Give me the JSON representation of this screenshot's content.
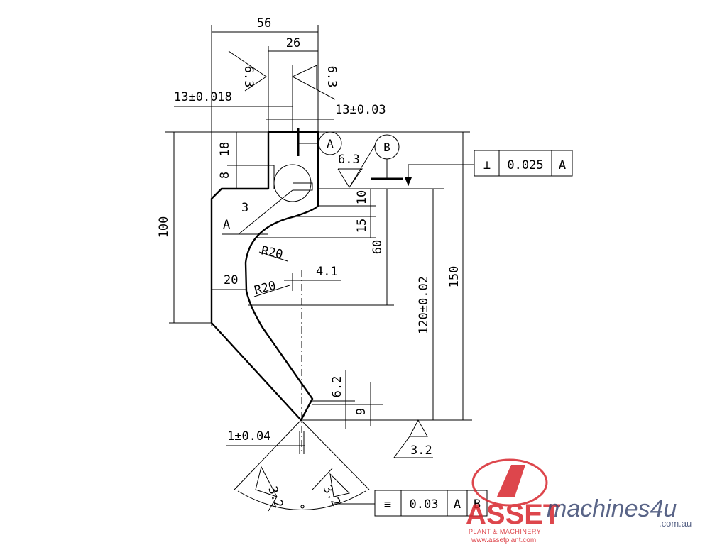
{
  "dims": {
    "d56": "56",
    "d26": "26",
    "d63_left": "6.3",
    "d63_right": "6.3",
    "d13_018": "13±0.018",
    "d13_03": "13±0.03",
    "d63_mid": "6.3",
    "d18": "18",
    "d8": "8",
    "d3": "3",
    "d100": "100",
    "d10": "10",
    "d15": "15",
    "d60": "60",
    "d20": "20",
    "r20_top": "R20",
    "r20_bottom": "R20",
    "d41": "4.1",
    "d120": "120±0.02",
    "d150": "150",
    "d62": "6.2",
    "d9": "9",
    "d1_04": "1±0.04",
    "d32_right": "3.2",
    "d32_a": "3.2",
    "d32_b": "3.2",
    "angle_mark": "°",
    "label_a": "A"
  },
  "datums": {
    "a": "A",
    "b": "B"
  },
  "fcf_perp": {
    "symbol": "⊥",
    "tolerance": "0.025",
    "datum": "A"
  },
  "fcf_sym": {
    "symbol": "≡",
    "tolerance": "0.03",
    "datum1": "A",
    "datum2": "B"
  },
  "watermark": {
    "asset": "ASSET",
    "plant": "PLANT & MACHINERY",
    "url": "www.assetplant.com",
    "m4u": "machines4u",
    "m4u_tld": ".com.au",
    "logo_color": "#d8262d",
    "m4u_color": "#3d4a73"
  }
}
